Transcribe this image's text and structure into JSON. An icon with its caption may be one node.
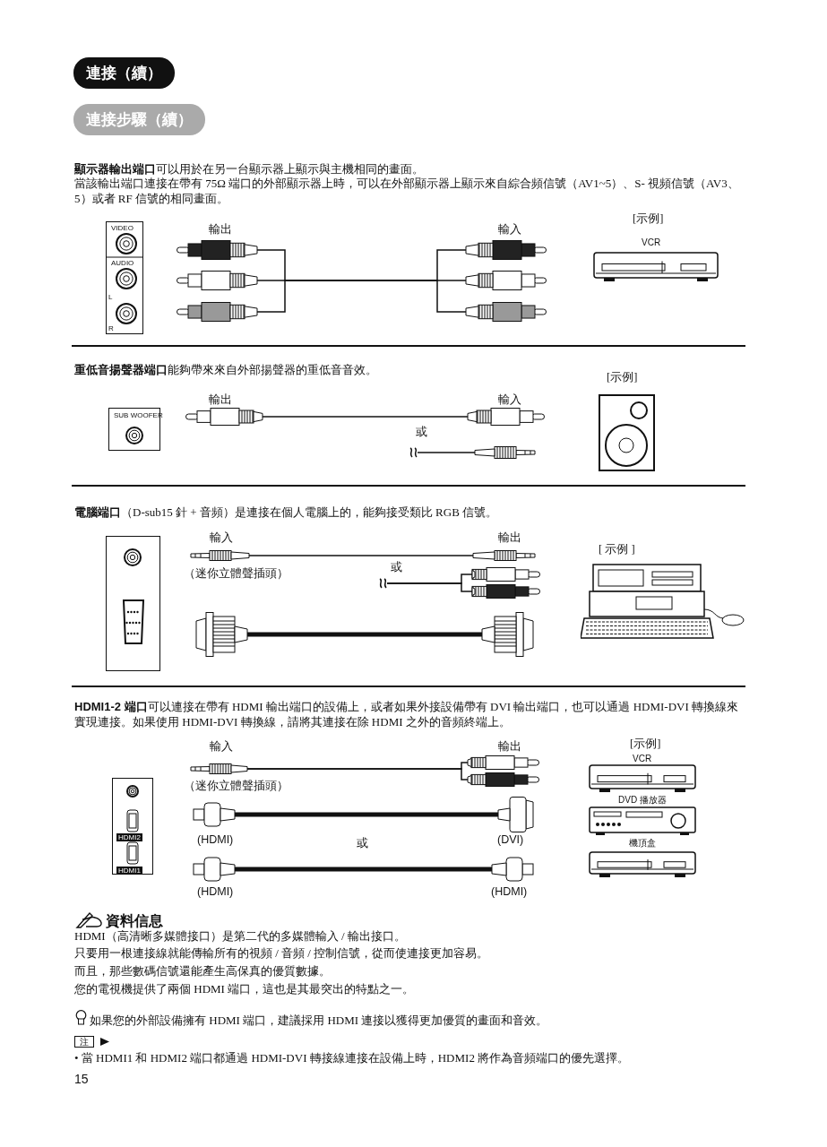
{
  "diagram": {
    "title": "連接（續）",
    "nodes": [
      {
        "text": [],
        "shape": "picture"
      },
      {
        "text": [],
        "shape": "picture"
      },
      {
        "text": [],
        "shape": "picture"
      },
      {
        "text": [],
        "shape": "picture"
      },
      {
        "text": [],
        "shape": "picture"
      },
      {
        "text": [],
        "shape": "picture"
      },
      {
        "text": [],
        "shape": "picture"
      },
      {
        "text": [],
        "shape": "picture"
      },
      {
        "text": [],
        "shape": "picture"
      },
      {
        "text": [],
        "shape": "picture"
      },
      {
        "text": [],
        "shape": "picture"
      },
      {
        "text": [],
        "shape": "picture"
      },
      {
        "text": [],
        "shape": "picture"
      },
      {
        "text": [],
        "shape": "picture"
      },
      {
        "text": [],
        "shape": "picture"
      },
      {
        "text": [],
        "shape": "picture"
      },
      {
        "text": [],
        "shape": "picture"
      },
      {
        "text": [],
        "shape": "picture"
      },
      {
        "text": [],
        "shape": "picture",
        "beside": [
          "(HDMI)"
        ]
      },
      {
        "text": [],
        "shape": "picture",
        "beside": [
          "(DVI)"
        ]
      },
      {
        "text": [],
        "shape": "picture",
        "beside": [
          "(HDMI)"
        ]
      },
      {
        "text": [],
        "shape": "picture",
        "beside": [
          "(HDMI)"
        ]
      }
    ],
    "edges": [
      {
        "from": 0,
        "to": 3,
        "arrow": "none"
      },
      {
        "from": 1,
        "to": 4,
        "arrow": "none"
      },
      {
        "from": 2,
        "to": 5,
        "arrow": "none"
      },
      {
        "from": 6,
        "to": 7,
        "arrow": "none"
      },
      {
        "from": null,
        "to": 8,
        "arrow": "none"
      },
      {
        "from": 9,
        "to": 10,
        "arrow": "none"
      },
      {
        "from": null,
        "to": 11,
        "arrow": "none"
      },
      {
        "from": null,
        "to": 12,
        "arrow": "none"
      },
      {
        "from": 13,
        "to": 14,
        "arrow": "none",
        "style": "thick"
      },
      {
        "from": 15,
        "to": 16,
        "arrow": "none"
      },
      {
        "from": 15,
        "to": 17,
        "arrow": "none"
      },
      {
        "from": 18,
        "to": 19,
        "arrow": "none",
        "style": "thick"
      },
      {
        "from": 20,
        "to": 21,
        "arrow": "none",
        "style": "thick"
      }
    ],
    "labels": [
      "連接步驟（續）",
      "**顯示器輸出端口**可以用於在另一台顯示器上顯示與主機相同的畫面。",
      "當該輸出端口連接在帶有 75Ω 端口的外部顯示器上時，可以在外部顯示器上顯示來自綜合頻信號（AV1~5）、S- 視頻信號（AV3、5）或者 RF 信號的相同畫面。",
      "[示例]",
      "輸出",
      "輸入",
      "VIDEO",
      "AUDIO",
      "L",
      "R",
      "VCR",
      "**重低音揚聲器端口**能夠帶來來自外部揚聲器的重低音音效。",
      "[示例]",
      "輸出",
      "輸入",
      "SUB WOOFER",
      "或",
      "**電腦端口**（D-sub15 針 + 音頻）是連接在個人電腦上的，能夠接受類比 RGB 信號。",
      "輸入",
      "輸出",
      "[ 示例 ]",
      "（迷你立體聲插頭）",
      "或",
      "**HDMI1-2 端口**可以連接在帶有 HDMI 輸出端口的設備上，或者如果外接設備帶有 DVI 輸出端口，也可以通過 HDMI-DVI 轉換線來實現連接。如果使用 HDMI-DVI 轉換線，請將其連接在除 HDMI 之外的音頻終端上。",
      "輸入",
      "輸出",
      "[示例]",
      "（迷你立體聲插頭）",
      "VCR",
      "DVD 播放器",
      "機頂盒",
      "HDMI2",
      "HDMI1",
      "或",
      "資料信息",
      "HDMI（高清晰多媒體接口）是第二代的多媒體輸入 / 輸出接口。",
      "只要用一根連接線就能傳輸所有的視頻 / 音頻 / 控制信號，從而使連接更加容易。",
      "而且，那些數碼信號還能產生高保真的優質數據。",
      "您的電視機提供了兩個 HDMI 端口，這也是其最突出的特點之一。",
      "如果您的外部設備擁有 HDMI 端口，建議採用 HDMI 連接以獲得更加優質的畫面和音效。",
      "注",
      "• 當 HDMI1 和 HDMI2 端口都通過 HDMI-DVI 轉接線連接在設備上時，HDMI2 將作為音頻端口的優先選擇。",
      "15"
    ]
  }
}
